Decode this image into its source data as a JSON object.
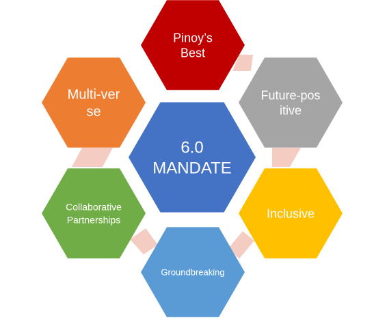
{
  "center": {
    "lines": [
      "6.0",
      "MANDATE"
    ],
    "color": "#4472C4"
  },
  "hexagons": [
    {
      "id": "pinoys-best",
      "lines": [
        "Pinoy’s",
        "Best"
      ],
      "color": "#C00000"
    },
    {
      "id": "future-positive",
      "lines": [
        "Future-pos",
        "itive"
      ],
      "color": "#A5A5A5"
    },
    {
      "id": "inclusive",
      "lines": [
        "Inclusive"
      ],
      "color": "#FFC000"
    },
    {
      "id": "groundbreaking",
      "lines": [
        "Groundbreaking"
      ],
      "color": "#5B9BD5"
    },
    {
      "id": "collaborative-partnerships",
      "lines": [
        "Collaborative",
        "Partnerships"
      ],
      "color": "#70AD47"
    },
    {
      "id": "multi-verse",
      "lines": [
        "Multi-ver",
        "se"
      ],
      "color": "#ED7D31"
    }
  ],
  "connector_color": "#F4CCC2"
}
